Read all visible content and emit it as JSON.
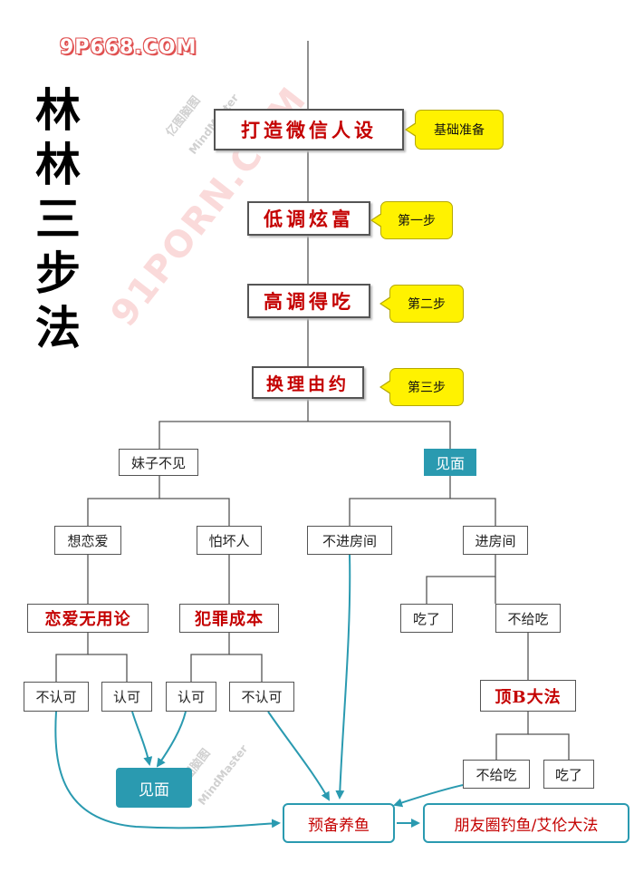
{
  "watermark": {
    "site": "9P668.COM",
    "diagonal": "91PORN.COM",
    "brand": "亿图脑图",
    "brand_en": "MindMaster"
  },
  "title_chars": [
    "林",
    "林",
    "三",
    "步",
    "法"
  ],
  "nodes": {
    "main1": "打造微信人设",
    "main2": "低调炫富",
    "main3": "高调得吃",
    "main4": "换理由约",
    "callout1": "基础准备",
    "callout2": "第一步",
    "callout3": "第二步",
    "callout4": "第三步",
    "not_meet": "妹子不见",
    "meet_top": "见面",
    "want_love": "想恋爱",
    "fear_bad": "怕坏人",
    "no_room": "不进房间",
    "enter_room": "进房间",
    "love_useless": "恋爱无用论",
    "crime_cost": "犯罪成本",
    "ate": "吃了",
    "not_give_eat": "不给吃",
    "disagree1": "不认可",
    "agree1": "认可",
    "agree2": "认可",
    "disagree2": "不认可",
    "top_b": "顶B大法",
    "not_give_eat2": "不给吃",
    "ate2": "吃了",
    "meet_bottom": "见面",
    "backup_fish": "预备养鱼",
    "moments_fishing": "朋友圈钓鱼/艾伦大法"
  },
  "colors": {
    "accent": "#2a9ab0",
    "callout": "#fff200",
    "red_text": "#c40000"
  }
}
